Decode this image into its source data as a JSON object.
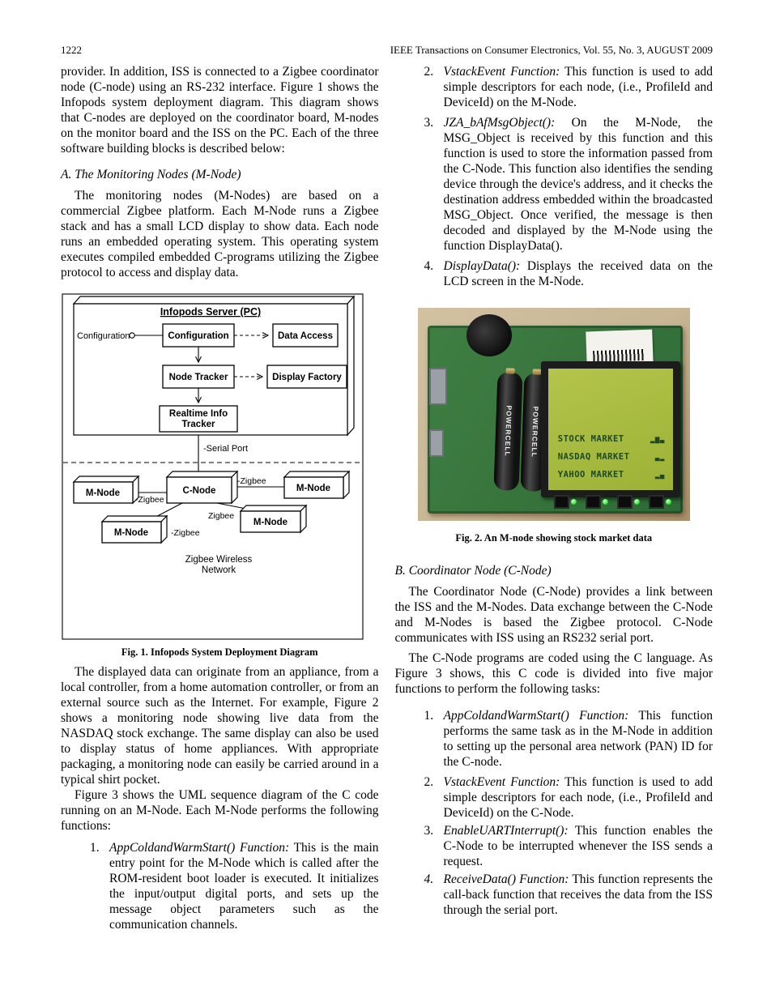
{
  "header": {
    "page_number": "1222",
    "journal": "IEEE Transactions on Consumer Electronics, Vol. 55, No. 3, AUGUST 2009"
  },
  "left_column": {
    "para1": "provider. In addition, ISS is connected to a Zigbee coordinator node (C-node) using an RS-232 interface. Figure 1 shows the Infopods system deployment diagram. This diagram shows that C-nodes are deployed on the coordinator board, M-nodes on the monitor board and the ISS on the PC. Each of the three software building blocks is described below:",
    "section_a_title": "A.  The Monitoring Nodes (M-Node)",
    "para2": "The monitoring nodes (M-Nodes) are based on a commercial Zigbee platform.  Each M-Node runs a Zigbee stack and has a small LCD display to show data. Each node runs an embedded operating system.  This operating system executes compiled embedded C-programs utilizing the Zigbee protocol to access and display data.",
    "fig1": {
      "server_title": "Infopods Server (PC)",
      "config_interface_label": "Configuration",
      "configuration_box": "Configuration",
      "data_access_box": "Data Access",
      "node_tracker_box": "Node Tracker",
      "display_factory_box": "Display Factory",
      "realtime_line1": "Realtime Info",
      "realtime_line2": "Tracker",
      "serial_port_label": "-Serial Port",
      "m_node": "M-Node",
      "c_node": "C-Node",
      "zigbee_left": "-Zigbee",
      "zigbee_right": "-Zigbee",
      "zigbee_center": "Zigbee",
      "zigbee_lower": "-Zigbee",
      "network_line1": "Zigbee Wireless",
      "network_line2": "Network",
      "caption": "Fig. 1.  Infopods System Deployment Diagram"
    },
    "para3": "The displayed data can originate from an appliance, from a local controller, from a home automation controller, or from an external source such as the Internet. For example, Figure 2 shows a monitoring node showing live data from the NASDAQ stock exchange.  The same display can also be used to display status of home appliances.  With appropriate packaging, a monitoring node can easily be carried around in a typical shirt pocket.",
    "para4": "Figure 3 shows the UML sequence diagram of the C code running on an M-Node.  Each M-Node performs the following functions:",
    "list": [
      {
        "num": "1.",
        "lead": "AppColdandWarmStart() Function:",
        "text": "This is the main entry point for the M-Node which is called after the ROM-resident boot loader is executed. It initializes the input/output digital ports, and sets up the message object parameters such as the communication channels."
      }
    ]
  },
  "right_column": {
    "list_m": [
      {
        "num": "2.",
        "lead": "VstackEvent Function:",
        "text": "This function is used to add simple descriptors for each node, (i.e., ProfileId and DeviceId) on the M-Node."
      },
      {
        "num": "3.",
        "lead": "JZA_bAfMsgObject():",
        "text": "On the M-Node, the MSG_Object is received by this function and this function is used to store the information passed from the C-Node. This function also identifies the sending device through the device's address, and it checks the destination address embedded within the broadcasted MSG_Object. Once verified, the message is then decoded and displayed by the M-Node using the function DisplayData()."
      },
      {
        "num": "4.",
        "lead": "DisplayData():",
        "text": "Displays the received data on the LCD screen in the M-Node."
      }
    ],
    "fig2": {
      "lcd_lines": [
        {
          "text": "STOCK MARKET",
          "icon": "▂▆▃"
        },
        {
          "text": "NASDAQ MARKET",
          "icon": "▃▂"
        },
        {
          "text": "YAHOO MARKET",
          "icon": "▂▄"
        }
      ],
      "battery_label": "POWERCELL",
      "caption": "Fig. 2.  An M-node showing stock market data"
    },
    "section_b_title": "B.  Coordinator Node (C-Node)",
    "para1": "The Coordinator Node (C-Node) provides a link between the ISS and the M-Nodes.   Data exchange between the C-Node and M-Nodes is based the Zigbee protocol. C-Node communicates with ISS using an RS232 serial port.",
    "para2": "The C-Node programs are coded using the C language.  As Figure 3 shows, this C code is divided into five major functions to perform the following tasks:",
    "list_c": [
      {
        "num": "1.",
        "lead": "AppColdandWarmStart() Function:",
        "text": "This function performs the same task as in the M-Node in addition to setting up the personal area network (PAN) ID for the C-node."
      },
      {
        "num": "2.",
        "lead": "VstackEvent Function:",
        "text": "This function is used to add simple descriptors for each node, (i.e., ProfileId and DeviceId) on the C-Node."
      },
      {
        "num": "3.",
        "lead": "EnableUARTInterrupt():",
        "text": "This function enables the C-Node to be interrupted whenever the ISS sends a request."
      },
      {
        "num": "4.",
        "lead": "ReceiveData() Function:",
        "text": "This function represents the call-back function that receives the data from the ISS through the serial port."
      }
    ]
  }
}
